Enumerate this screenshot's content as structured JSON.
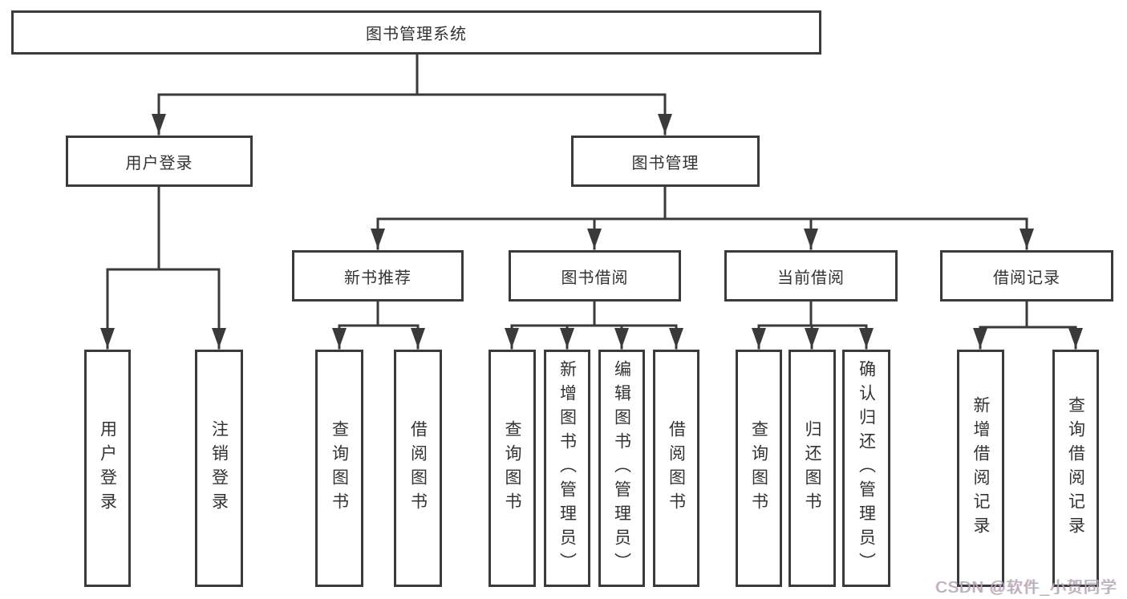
{
  "diagram": {
    "root": "图书管理系统",
    "level2": [
      "用户登录",
      "图书管理"
    ],
    "level3": [
      "新书推荐",
      "图书借阅",
      "当前借阅",
      "借阅记录"
    ],
    "leaves": [
      "用户登录",
      "注销登录",
      "查询图书",
      "借阅图书",
      "查询图书",
      "新增图书（管理员）",
      "编辑图书（管理员）",
      "借阅图书",
      "查询图书",
      "归还图书",
      "确认归还（管理员）",
      "新增借阅记录",
      "查询借阅记录"
    ],
    "watermark": "CSDN @软件_小贺同学"
  },
  "colors": {
    "line": "#3a3a3a",
    "text": "#333333",
    "background": "#ffffff",
    "watermark": "#b0b0b6"
  }
}
